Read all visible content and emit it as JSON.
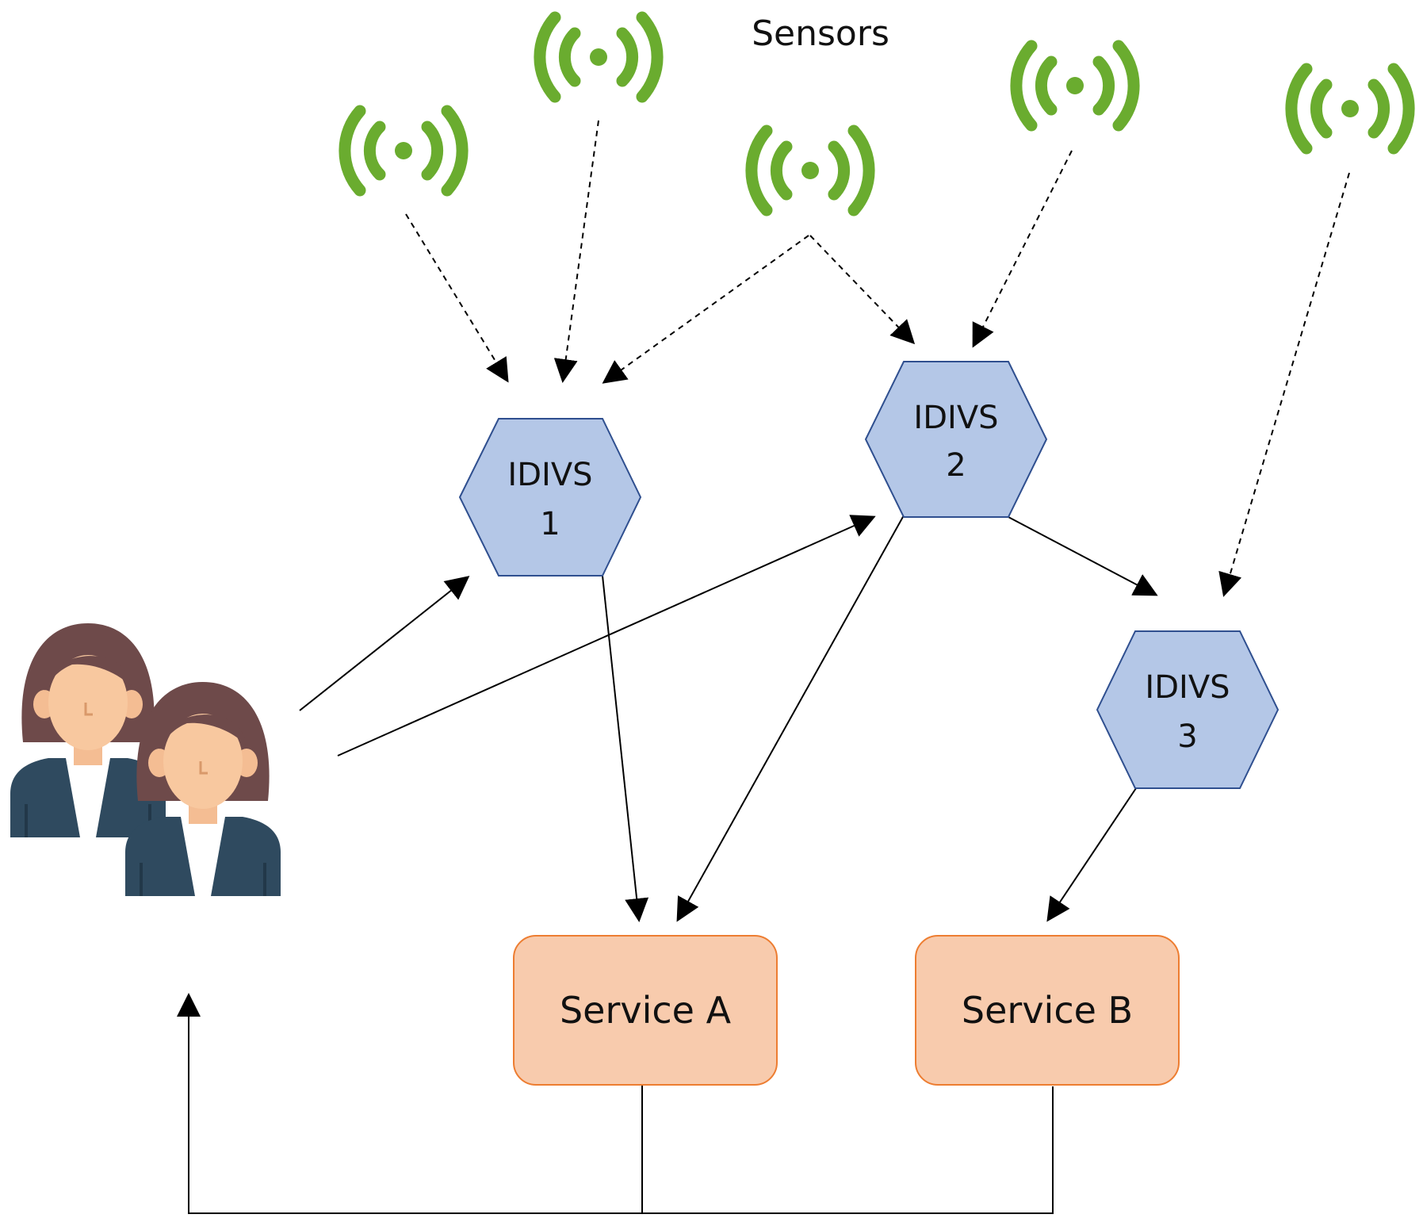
{
  "title": "Sensors",
  "nodes": {
    "idivs1": {
      "line1": "IDIVS",
      "line2": "1"
    },
    "idivs2": {
      "line1": "IDIVS",
      "line2": "2"
    },
    "idivs3": {
      "line1": "IDIVS",
      "line2": "3"
    },
    "serviceA": {
      "label": "Service A"
    },
    "serviceB": {
      "label": "Service B"
    }
  },
  "colors": {
    "sensor": "#6aac2f",
    "hex_fill": "#b4c7e7",
    "hex_stroke": "#2f4f8f",
    "service_fill": "#f8cbad",
    "service_stroke": "#ed7d31",
    "line": "#000000"
  },
  "icons": {
    "sensor": "wireless-signal-icon",
    "users": "users-icon"
  }
}
